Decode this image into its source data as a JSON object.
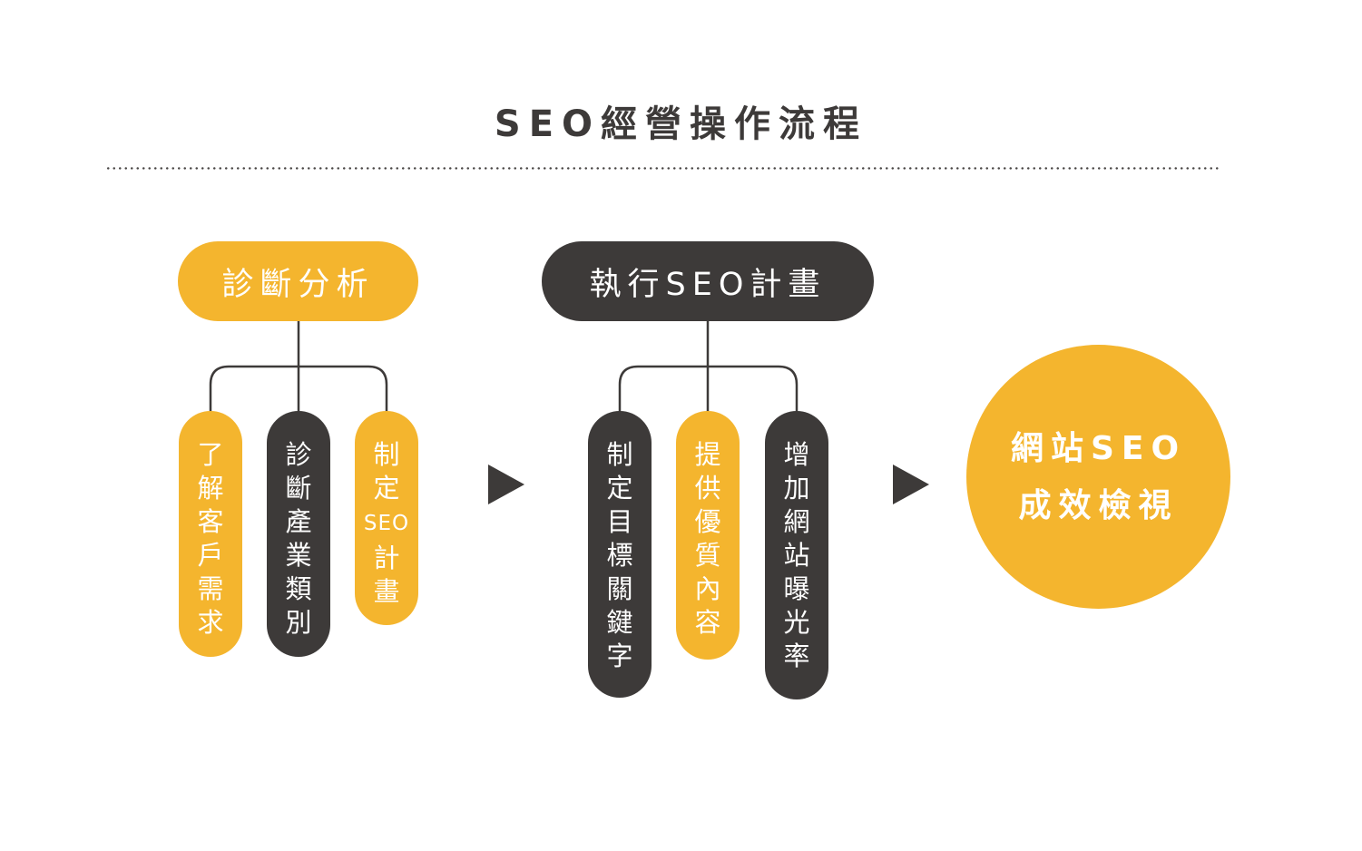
{
  "title": "SEO經營操作流程",
  "colors": {
    "accent": "#f4b52e",
    "dark": "#3d3a39",
    "line": "#3d3a39"
  },
  "stage1": {
    "label": "診斷分析",
    "items": [
      {
        "chars": [
          "了",
          "解",
          "客",
          "戶",
          "需",
          "求"
        ]
      },
      {
        "chars": [
          "診",
          "斷",
          "產",
          "業",
          "類",
          "別"
        ]
      },
      {
        "chars": [
          "制",
          "定",
          "SEO",
          "計",
          "畫"
        ]
      }
    ]
  },
  "stage2": {
    "label": "執行SEO計畫",
    "items": [
      {
        "chars": [
          "制",
          "定",
          "目",
          "標",
          "關",
          "鍵",
          "字"
        ]
      },
      {
        "chars": [
          "提",
          "供",
          "優",
          "質",
          "內",
          "容"
        ]
      },
      {
        "chars": [
          "增",
          "加",
          "網",
          "站",
          "曝",
          "光",
          "率"
        ]
      }
    ]
  },
  "result": {
    "line1": "網站SEO",
    "line2": "成效檢視"
  },
  "arrows": [
    "arrow-right-icon",
    "arrow-right-icon"
  ]
}
